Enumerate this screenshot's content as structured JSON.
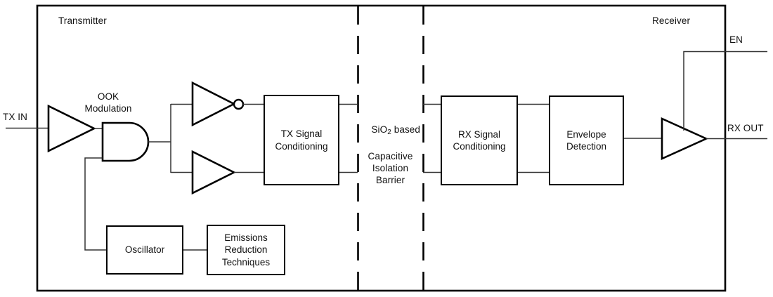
{
  "diagram": {
    "title_left": "Transmitter",
    "title_right": "Receiver",
    "ports": {
      "tx_in": "TX IN",
      "rx_out": "RX OUT",
      "en": "EN"
    },
    "labels": {
      "ook": "OOK\nModulation",
      "barrier_line1": "SiO",
      "barrier_sub": "2",
      "barrier_line1_tail": " based",
      "barrier_rest": "Capacitive\nIsolation\nBarrier"
    },
    "blocks": [
      {
        "id": "tx-signal-conditioning",
        "text": "TX Signal\nConditioning"
      },
      {
        "id": "rx-signal-conditioning",
        "text": "RX Signal\nConditioning"
      },
      {
        "id": "envelope-detection",
        "text": "Envelope\nDetection"
      },
      {
        "id": "oscillator",
        "text": "Oscillator"
      },
      {
        "id": "emissions-reduction",
        "text": "Emissions\nReduction\nTechniques"
      }
    ],
    "gates": {
      "input_buffer": "input-buffer",
      "and_gate": "and-gate",
      "inverter": "inverter",
      "buffer": "buffer",
      "output_buffer": "output-buffer"
    },
    "colors": {
      "stroke": "#000000",
      "thin_stroke": "#333333",
      "background": "#ffffff",
      "text": "#111111"
    }
  }
}
